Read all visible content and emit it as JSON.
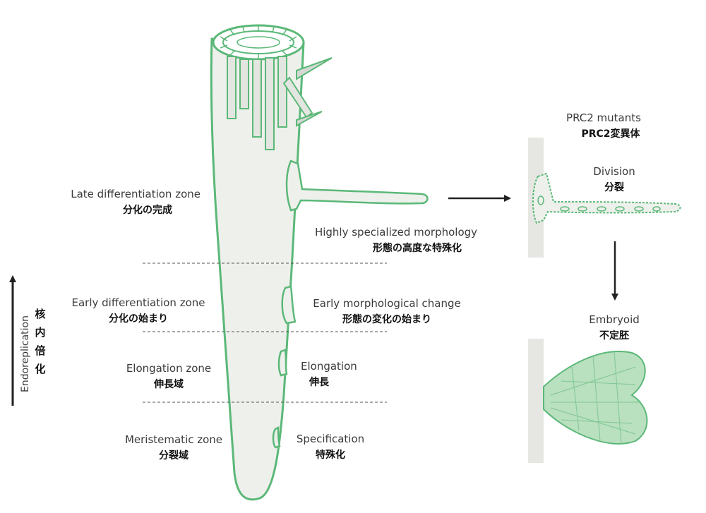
{
  "colors": {
    "outline": "#5bb878",
    "fill_light": "#eef0ec",
    "fill_shade": "#d6d9d3",
    "cell_fill": "#b9e0bf",
    "arrow": "#222222"
  },
  "zones": {
    "late": {
      "en": "Late differentiation zone",
      "ja": "分化の完成"
    },
    "early": {
      "en": "Early differentiation zone",
      "ja": "分化の始まり"
    },
    "elongation": {
      "en": "Elongation zone",
      "ja": "伸長域"
    },
    "meristematic": {
      "en": "Meristematic zone",
      "ja": "分裂域"
    }
  },
  "states": {
    "specialized": {
      "en": "Highly specialized morphology",
      "ja": "形態の高度な特殊化"
    },
    "early_change": {
      "en": "Early morphological change",
      "ja": "形態の変化の始まり"
    },
    "elongation": {
      "en": "Elongation",
      "ja": "伸長"
    },
    "specification": {
      "en": "Specification",
      "ja": "特殊化"
    }
  },
  "axis": {
    "en": "Endoreplication",
    "ja_chars": [
      "核",
      "内",
      "倍",
      "化"
    ]
  },
  "mutants": {
    "title": {
      "en": "PRC2 mutants",
      "ja": "PRC2変異体"
    },
    "division": {
      "en": "Division",
      "ja": "分裂"
    },
    "embryoid": {
      "en": "Embryoid",
      "ja": "不定胚"
    }
  }
}
